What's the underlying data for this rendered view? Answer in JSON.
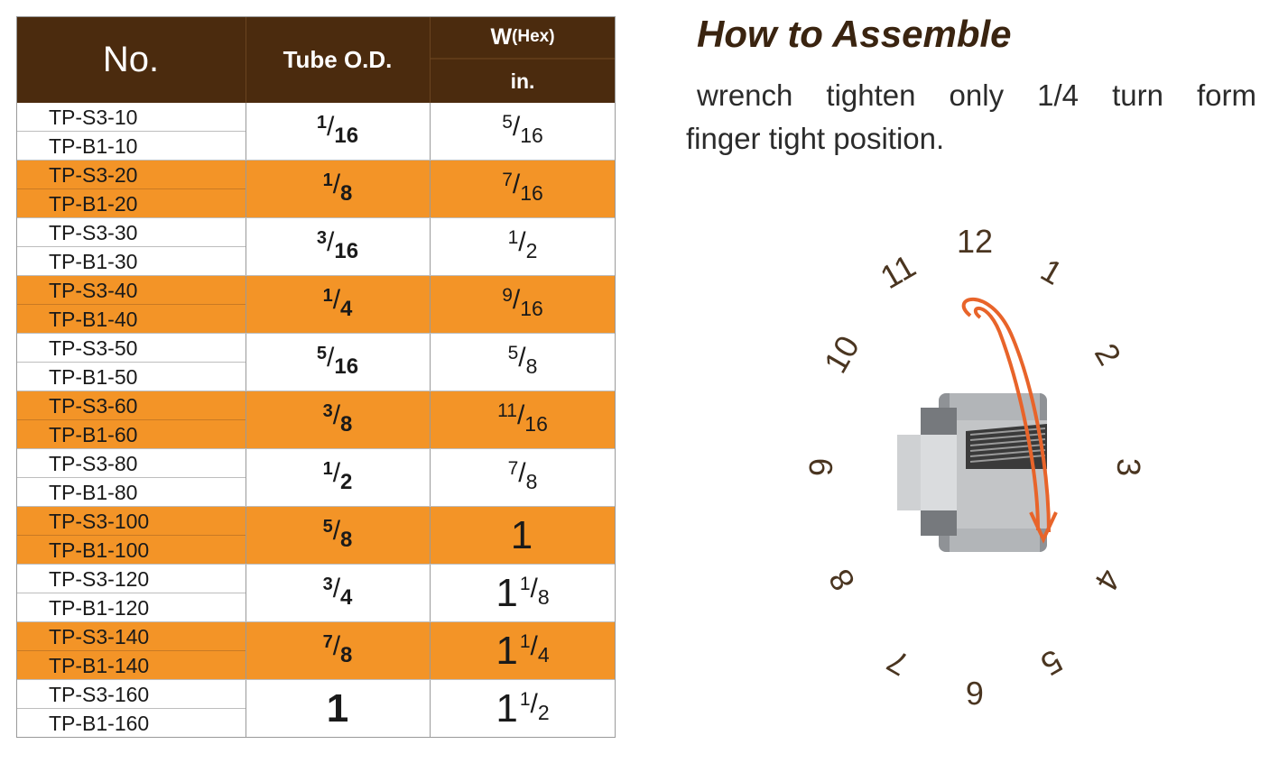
{
  "table": {
    "headers": {
      "no": "No.",
      "tube_od": "Tube O.D.",
      "w_main": "W",
      "w_sub": "(Hex)",
      "w_unit": "in."
    },
    "rows": [
      {
        "part_s": "TP-S3-10",
        "part_b": "TP-B1-10",
        "od": {
          "n": "1",
          "d": "16"
        },
        "w": {
          "whole": "",
          "n": "5",
          "d": "16"
        },
        "color": "white"
      },
      {
        "part_s": "TP-S3-20",
        "part_b": "TP-B1-20",
        "od": {
          "n": "1",
          "d": "8"
        },
        "w": {
          "whole": "",
          "n": "7",
          "d": "16"
        },
        "color": "orange"
      },
      {
        "part_s": "TP-S3-30",
        "part_b": "TP-B1-30",
        "od": {
          "n": "3",
          "d": "16"
        },
        "w": {
          "whole": "",
          "n": "1",
          "d": "2"
        },
        "color": "white"
      },
      {
        "part_s": "TP-S3-40",
        "part_b": "TP-B1-40",
        "od": {
          "n": "1",
          "d": "4"
        },
        "w": {
          "whole": "",
          "n": "9",
          "d": "16"
        },
        "color": "orange"
      },
      {
        "part_s": "TP-S3-50",
        "part_b": "TP-B1-50",
        "od": {
          "n": "5",
          "d": "16"
        },
        "w": {
          "whole": "",
          "n": "5",
          "d": "8"
        },
        "color": "white"
      },
      {
        "part_s": "TP-S3-60",
        "part_b": "TP-B1-60",
        "od": {
          "n": "3",
          "d": "8"
        },
        "w": {
          "whole": "",
          "n": "11",
          "d": "16"
        },
        "color": "orange"
      },
      {
        "part_s": "TP-S3-80",
        "part_b": "TP-B1-80",
        "od": {
          "n": "1",
          "d": "2"
        },
        "w": {
          "whole": "",
          "n": "7",
          "d": "8"
        },
        "color": "white"
      },
      {
        "part_s": "TP-S3-100",
        "part_b": "TP-B1-100",
        "od": {
          "n": "5",
          "d": "8"
        },
        "w": {
          "whole": "1",
          "n": "",
          "d": ""
        },
        "color": "orange"
      },
      {
        "part_s": "TP-S3-120",
        "part_b": "TP-B1-120",
        "od": {
          "n": "3",
          "d": "4"
        },
        "w": {
          "whole": "1",
          "n": "1",
          "d": "8"
        },
        "color": "white"
      },
      {
        "part_s": "TP-S3-140",
        "part_b": "TP-B1-140",
        "od": {
          "n": "7",
          "d": "8"
        },
        "w": {
          "whole": "1",
          "n": "1",
          "d": "4"
        },
        "color": "orange"
      },
      {
        "part_s": "TP-S3-160",
        "part_b": "TP-B1-160",
        "od": {
          "n": "",
          "d": "",
          "whole": "1"
        },
        "w": {
          "whole": "1",
          "n": "1",
          "d": "2"
        },
        "color": "white"
      }
    ],
    "colors": {
      "header_bg": "#4b2b0e",
      "row_orange": "#f39427",
      "row_white": "#ffffff"
    }
  },
  "assemble": {
    "title": "How to Assemble",
    "line1": "wrench tighten only 1/4 turn form",
    "line2": "finger tight position."
  },
  "clock": {
    "numbers": [
      "12",
      "1",
      "2",
      "3",
      "4",
      "5",
      "6",
      "7",
      "8",
      "9",
      "10",
      "11"
    ],
    "arrow_color": "#e8642a",
    "text_color": "#4a3520"
  }
}
